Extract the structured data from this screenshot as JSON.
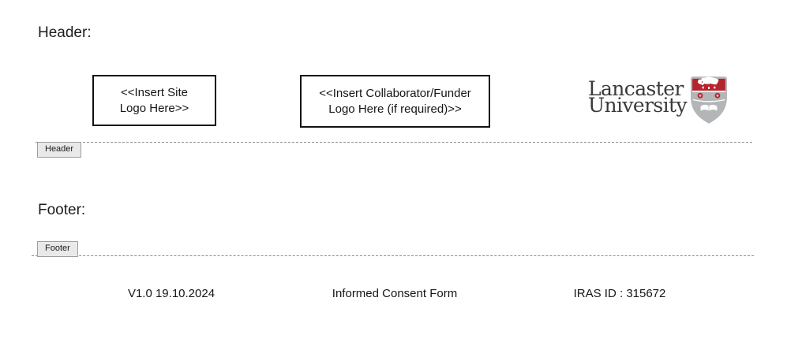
{
  "labels": {
    "header_section": "Header:",
    "footer_section": "Footer:"
  },
  "header": {
    "site_logo_box": {
      "line1": "<<Insert Site",
      "line2": "Logo Here>>"
    },
    "collaborator_logo_box": {
      "line1": "<<Insert Collaborator/Funder",
      "line2": "Logo Here (if required)>>"
    },
    "university_logo": {
      "name_line1": "Lancaster",
      "name_line2": "University",
      "crest_icon": "lancaster-university-crest"
    }
  },
  "markers": {
    "header_tab_label": "Header",
    "footer_tab_label": "Footer"
  },
  "footer": {
    "version": "V1.0 19.10.2024",
    "document_title": "Informed Consent Form",
    "iras_id": "IRAS ID : 315672"
  },
  "colors": {
    "crest_red": "#b5232d",
    "crest_grey": "#b3b5b7",
    "logo_text": "#3a3a39",
    "box_border": "#111111",
    "marker_line": "#8f8f8f",
    "tab_bg": "#e9e9e9",
    "tab_border": "#9e9e9e",
    "text": "#1b1b1b"
  }
}
